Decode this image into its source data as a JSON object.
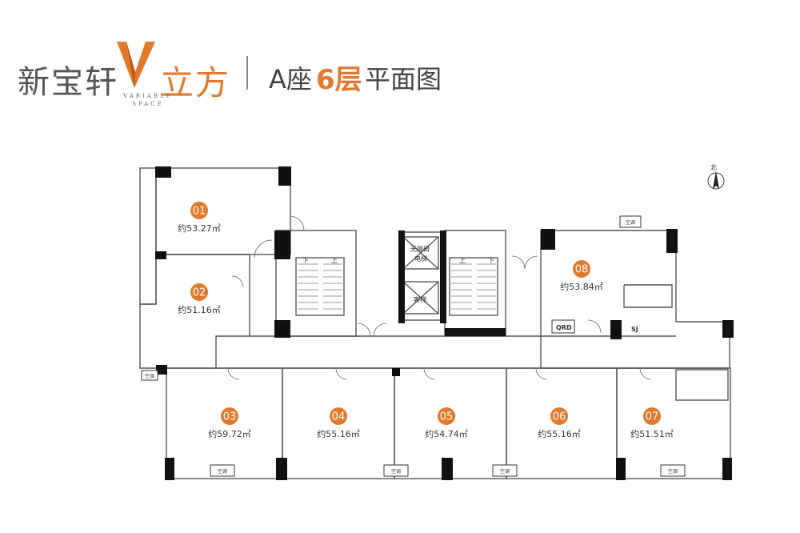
{
  "header": {
    "brand_left": "新宝轩",
    "brand_right": "立方",
    "brand_sub_1": "VARIABLE",
    "brand_sub_2": "SPACE",
    "title_building": "A座",
    "title_floor": "6层",
    "title_rest": "平面图"
  },
  "compass": {
    "label": "北"
  },
  "units": [
    {
      "id": "01",
      "area": "约53.27㎡"
    },
    {
      "id": "02",
      "area": "约51.16㎡"
    },
    {
      "id": "03",
      "area": "约59.72㎡"
    },
    {
      "id": "04",
      "area": "约55.16㎡"
    },
    {
      "id": "05",
      "area": "约54.74㎡"
    },
    {
      "id": "06",
      "area": "约55.16㎡"
    },
    {
      "id": "07",
      "area": "约51.51㎡"
    },
    {
      "id": "08",
      "area": "约53.84㎡"
    }
  ],
  "core": {
    "accessible_elevator_1": "无障碍",
    "accessible_elevator_2": "电梯",
    "passenger_elevator": "客梯",
    "stair_down": "下",
    "stair_up": "上",
    "qrd": "QRD",
    "sj": "SJ",
    "ac": "空调"
  },
  "colors": {
    "accent": "#e0792c",
    "wall": "#111111",
    "line": "#555555"
  }
}
